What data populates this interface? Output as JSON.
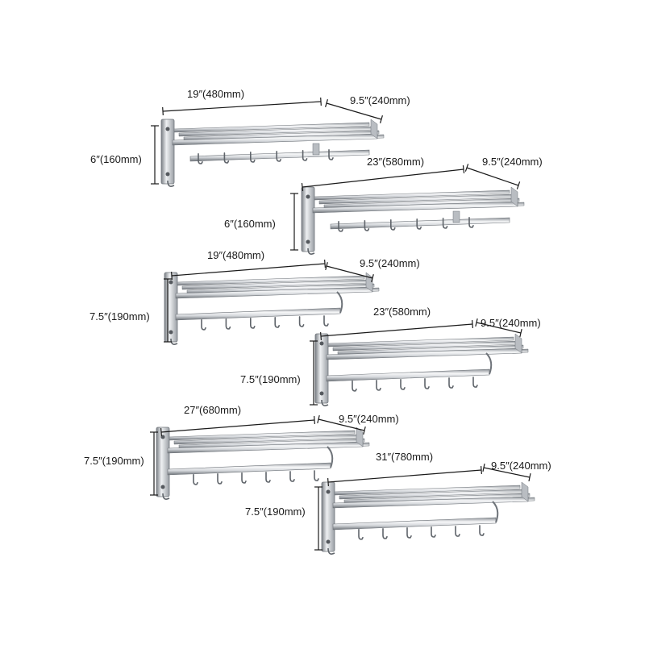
{
  "racks": [
    {
      "id": "rack-1",
      "style": "single-bar",
      "width_label": "19″(480mm)",
      "depth_label": "9.5″(240mm)",
      "height_label": "6″(160mm)"
    },
    {
      "id": "rack-2",
      "style": "single-bar",
      "width_label": "23″(580mm)",
      "depth_label": "9.5″(240mm)",
      "height_label": "6″(160mm)"
    },
    {
      "id": "rack-3",
      "style": "double-bar",
      "width_label": "19″(480mm)",
      "depth_label": "9.5″(240mm)",
      "height_label": "7.5″(190mm)"
    },
    {
      "id": "rack-4",
      "style": "double-bar",
      "width_label": "23″(580mm)",
      "depth_label": "9.5″(240mm)",
      "height_label": "7.5″(190mm)"
    },
    {
      "id": "rack-5",
      "style": "double-bar",
      "width_label": "27″(680mm)",
      "depth_label": "9.5″(240mm)",
      "height_label": "7.5″(190mm)"
    },
    {
      "id": "rack-6",
      "style": "double-bar",
      "width_label": "31″(780mm)",
      "depth_label": "9.5″(240mm)",
      "height_label": "7.5″(190mm)"
    }
  ],
  "colors": {
    "steel_dark": "#6f747a",
    "steel_light": "#f4f5f6",
    "steel_mid": "#b9bdc2",
    "dimension_line": "#1a1a1a"
  }
}
